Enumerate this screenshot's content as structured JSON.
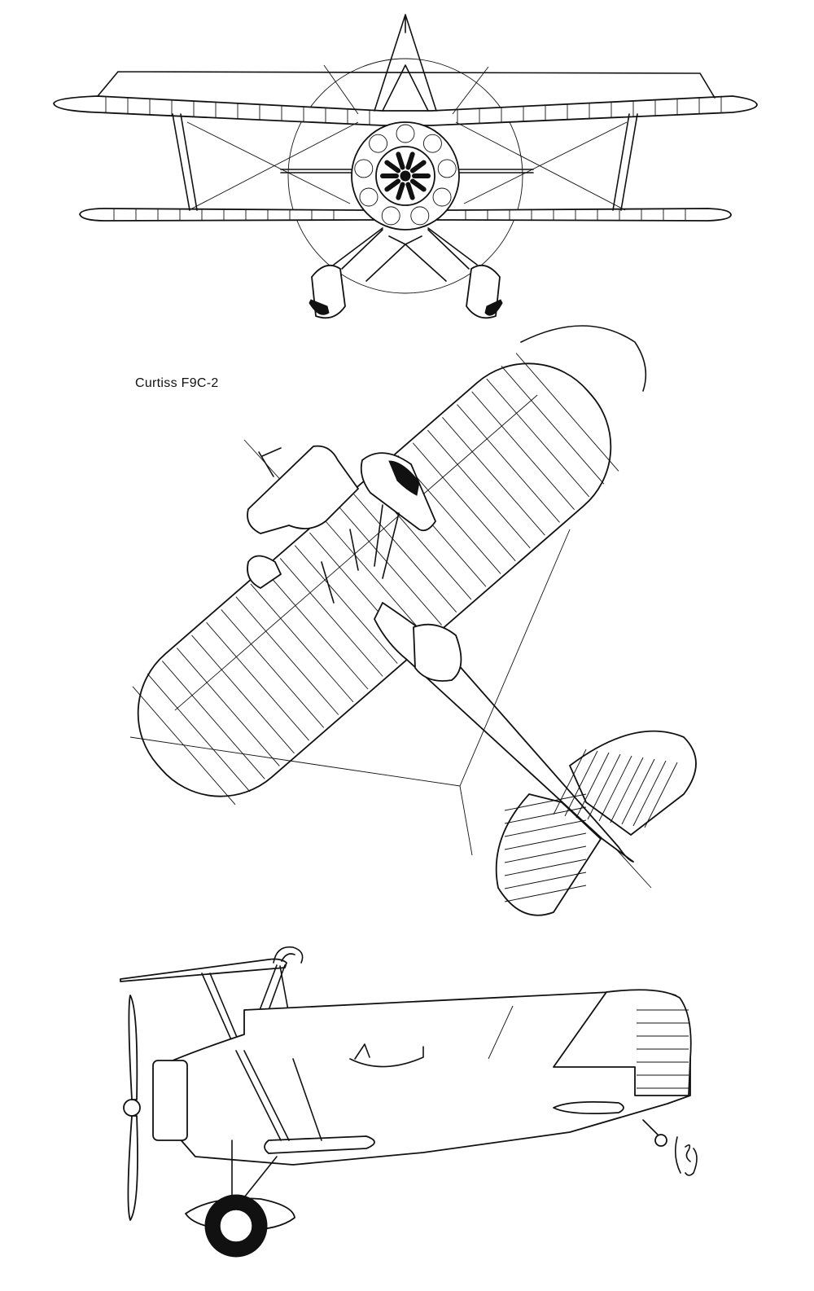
{
  "caption": "Curtiss F9C-2",
  "colors": {
    "ink": "#111111",
    "paper": "#ffffff"
  },
  "views": [
    {
      "id": "front-view"
    },
    {
      "id": "plan-view"
    },
    {
      "id": "side-view"
    }
  ]
}
